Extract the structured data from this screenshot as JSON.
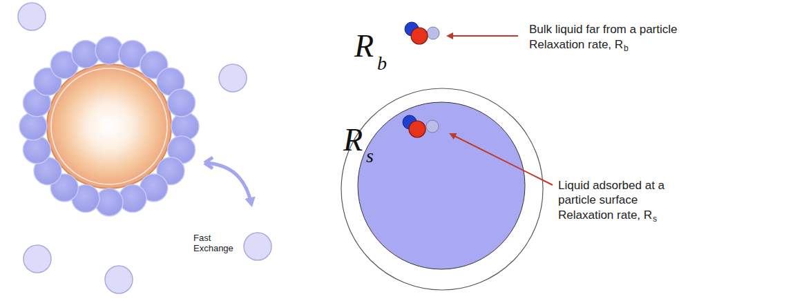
{
  "diagram": {
    "labels": [
      "Fast Exchange",
      "R",
      "b",
      "Bulk liquid far from a particle",
      "Relaxation rate, R",
      "b",
      "R",
      "s",
      "Liquid adsorbed at a particle surface",
      "Relaxation rate, R",
      "s"
    ]
  }
}
